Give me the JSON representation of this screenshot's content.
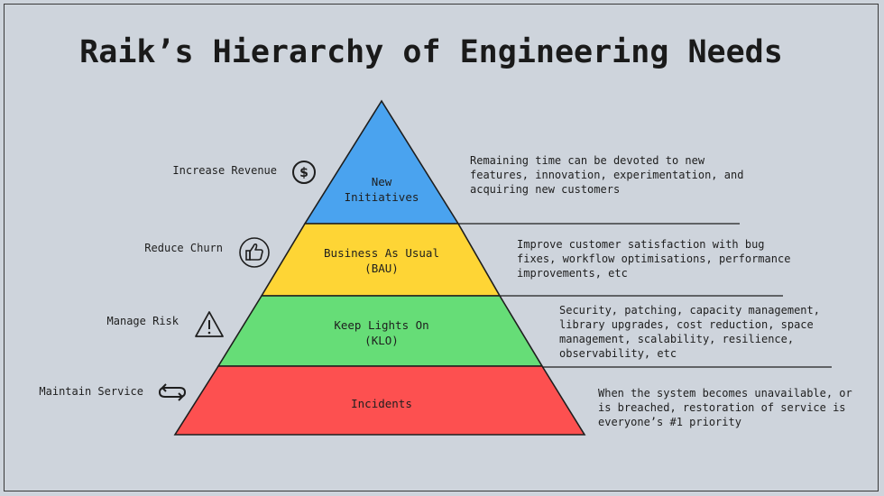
{
  "title": "Raik’s Hierarchy of Engineering Needs",
  "levels": [
    {
      "label": "New\nInitiatives",
      "color": "#4aa3ef",
      "need": "Increase Revenue",
      "icon": "dollar-icon",
      "description": "Remaining time can be devoted to new\nfeatures, innovation, experimentation, and\nacquiring new customers"
    },
    {
      "label": "Business As Usual\n(BAU)",
      "color": "#fed535",
      "need": "Reduce Churn",
      "icon": "thumbs-up-icon",
      "description": "Improve customer satisfaction with bug\nfixes, workflow optimisations, performance\nimprovements, etc"
    },
    {
      "label": "Keep Lights On\n(KLO)",
      "color": "#66dd77",
      "need": "Manage Risk",
      "icon": "warning-icon",
      "description": "Security, patching, capacity management,\nlibrary upgrades, cost reduction, space\nmanagement, scalability, resilience,\nobservability, etc"
    },
    {
      "label": "Incidents",
      "color": "#fd5050",
      "need": "Maintain Service",
      "icon": "repeat-icon",
      "description": "When the system becomes unavailable, or\nis breached, restoration of service is\neveryone’s #1 priority"
    }
  ]
}
